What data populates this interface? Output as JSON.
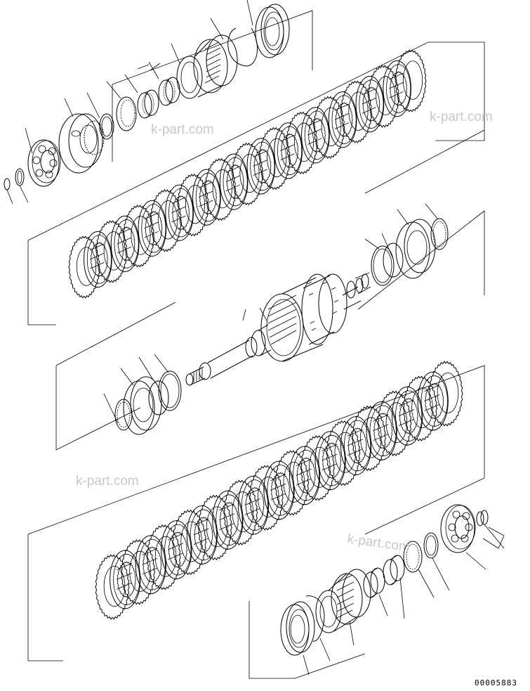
{
  "diagram": {
    "watermarks": [
      "k-part.com",
      "k-part.com",
      "k-part.com",
      "k-part.com"
    ],
    "drawing_code": "00005883",
    "clutch_packs": {
      "upper_friction_discs": 12,
      "lower_friction_discs": 13
    }
  }
}
